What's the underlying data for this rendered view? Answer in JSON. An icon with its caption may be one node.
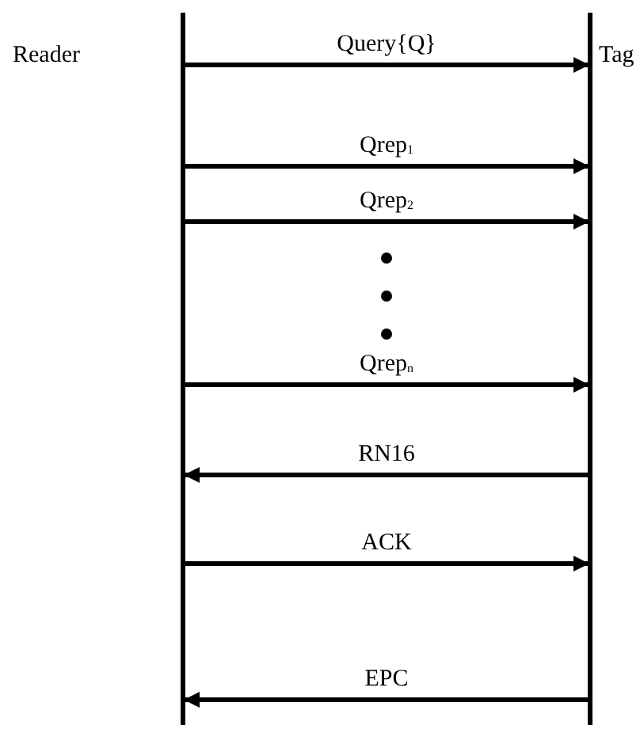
{
  "diagram": {
    "nodes": [
      {
        "text": [
          "Reader"
        ]
      },
      {
        "text": [
          "Tag"
        ]
      }
    ],
    "edges": [
      {
        "from": 0,
        "to": 1,
        "arrow": "to",
        "label": "Query{Q}"
      },
      {
        "from": 0,
        "to": 1,
        "arrow": "to",
        "label": "Qrep$_{1}$"
      },
      {
        "from": 0,
        "to": 1,
        "arrow": "to",
        "label": "Qrep$_{2}$"
      },
      {
        "from": 0,
        "to": 1,
        "arrow": "to",
        "label": "Qrep$_{n}$"
      },
      {
        "from": 1,
        "to": 0,
        "arrow": "to",
        "label": "RN16"
      },
      {
        "from": 0,
        "to": 1,
        "arrow": "to",
        "label": "ACK"
      },
      {
        "from": 1,
        "to": 0,
        "arrow": "to",
        "label": "EPC"
      }
    ]
  }
}
